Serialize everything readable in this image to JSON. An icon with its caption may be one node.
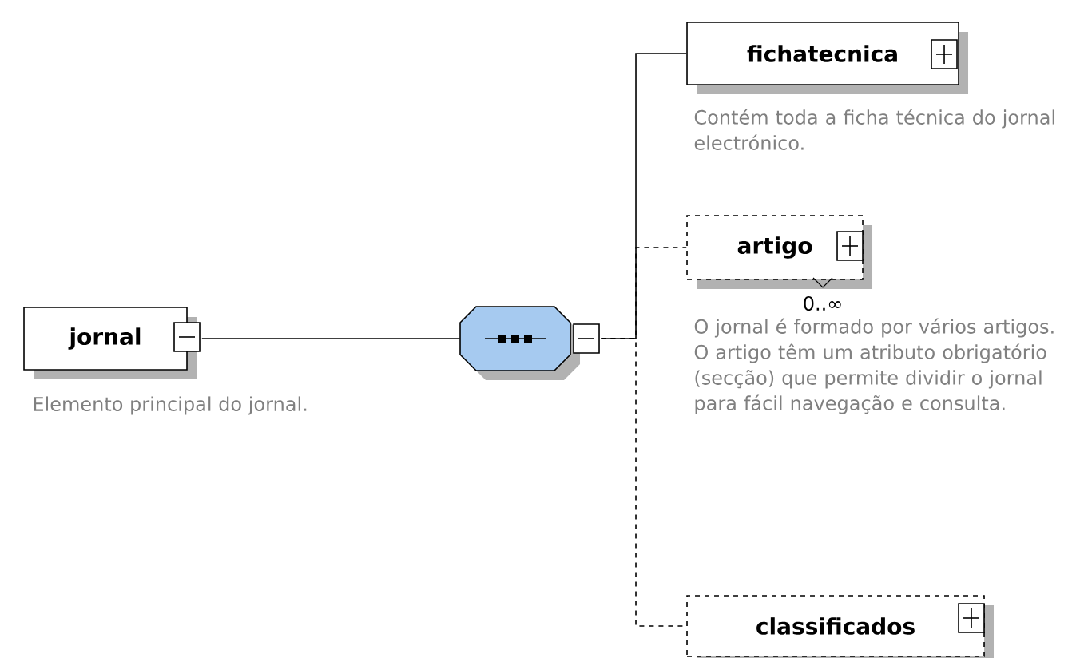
{
  "diagram": {
    "nodes": [
      {
        "text": [
          "jornal"
        ],
        "beside": [
          "Elemento principal do jornal."
        ]
      },
      {
        "text": [],
        "shape": "octagon"
      },
      {
        "text": [
          "fichatecnica"
        ],
        "beside": [
          "Contém toda a ficha técnica do jornal electrónico."
        ]
      },
      {
        "text": [
          "artigo"
        ],
        "beside": [
          "0..∞",
          "O jornal é formado por vários artigos. O artigo têm um atributo obrigatório (secção) que permite dividir o jornal para fácil navegação e consulta."
        ]
      },
      {
        "text": [
          "classificados"
        ]
      }
    ],
    "edges": [
      {
        "from": 0,
        "to": 1,
        "arrow": "none"
      },
      {
        "from": 1,
        "to": 2,
        "arrow": "none"
      },
      {
        "from": 1,
        "to": 3,
        "arrow": "none",
        "style": "dashed"
      },
      {
        "from": 1,
        "to": 4,
        "arrow": "none",
        "style": "dashed"
      }
    ]
  }
}
